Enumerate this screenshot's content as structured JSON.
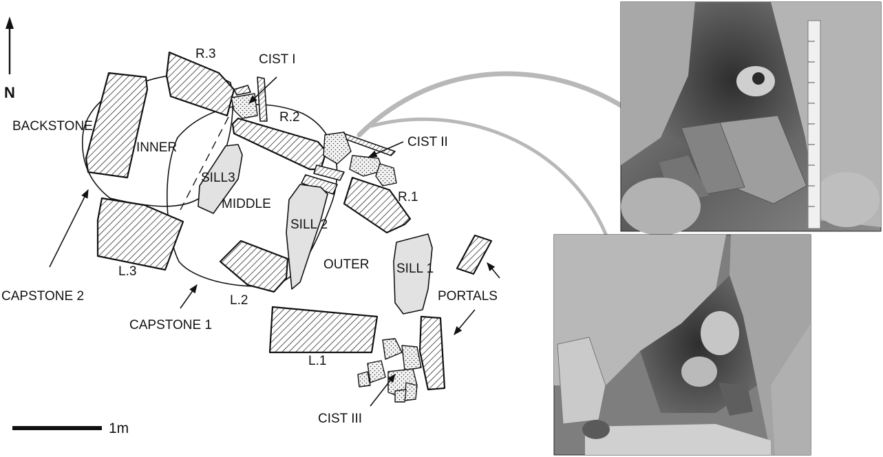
{
  "labels": {
    "north": "N",
    "scale": "1m",
    "r3": "R.3",
    "cist1": "CIST I",
    "backstone": "BACKSTONE",
    "r2": "R.2",
    "inner": "INNER",
    "cist2": "CIST II",
    "sill3": "SILL3",
    "middle": "MIDDLE",
    "r1": "R.1",
    "sill2": "SILL 2",
    "l3": "L.3",
    "outer": "OUTER",
    "sill1": "SILL 1",
    "portals": "PORTALS",
    "capstone2": "CAPSTONE 2",
    "l2": "L.2",
    "capstone1": "CAPSTONE 1",
    "l1": "L.1",
    "cist3": "CIST III"
  },
  "colors": {
    "ink": "#111111",
    "sill_fill": "#e2e2e2",
    "connector": "#b8b8b8"
  },
  "photos": [
    {
      "name": "cist-ii-photo",
      "content": "excavation photograph with skull, stone slabs and measuring rod"
    },
    {
      "name": "cist-iii-photo",
      "content": "excavation photograph with rounded stones between rock slabs"
    }
  ]
}
